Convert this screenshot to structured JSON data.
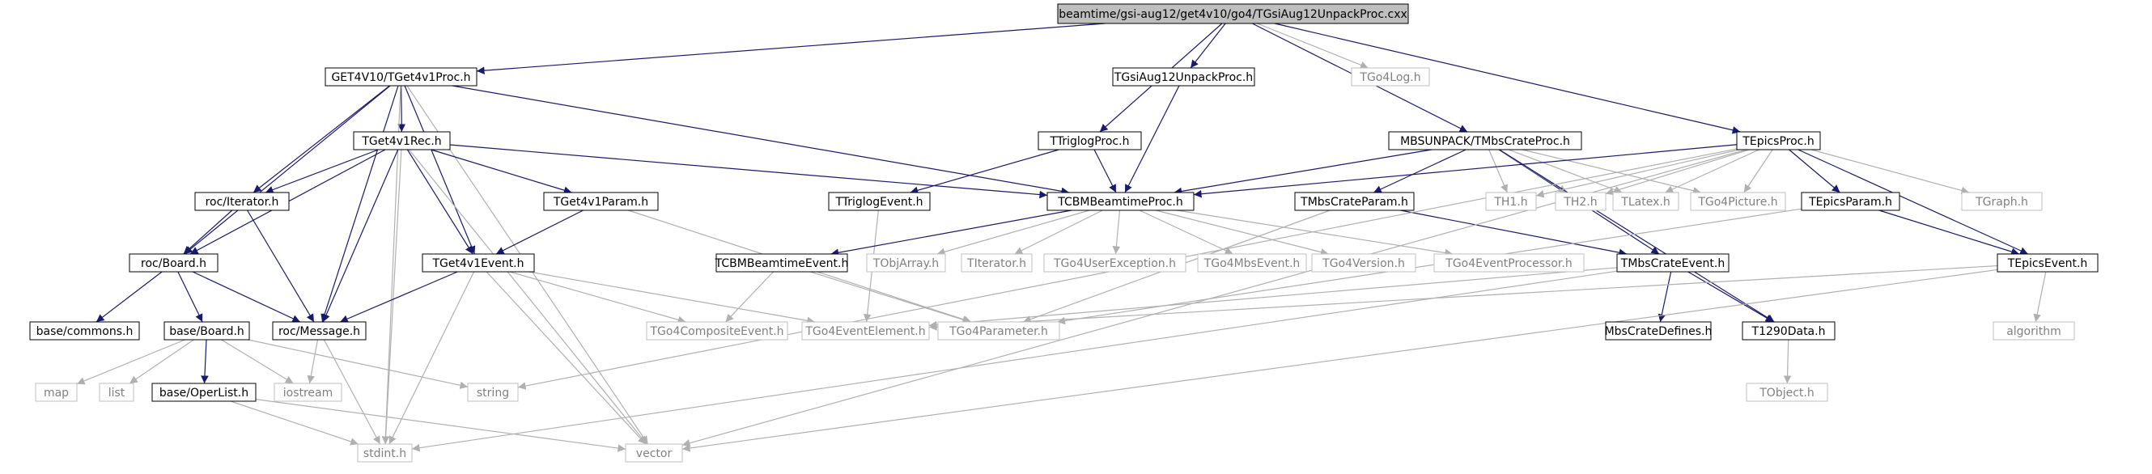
{
  "graph": {
    "colors": {
      "edge": "#191970",
      "edge_gray": "#b0b0b0",
      "root_fill": "#bfbfbf",
      "node_border": "#000000",
      "node_border_gray": "#bfbfbf",
      "node_text": "#000000",
      "node_text_gray": "#808080"
    },
    "nodes": [
      {
        "id": "root",
        "label": "beamtime/gsi-aug12/get4v10/go4/TGsiAug12UnpackProc.cxx",
        "style": "root"
      },
      {
        "id": "get4v1proc",
        "label": "GET4V10/TGet4v1Proc.h",
        "style": "normal"
      },
      {
        "id": "tgsiunpack",
        "label": "TGsiAug12UnpackProc.h",
        "style": "normal"
      },
      {
        "id": "tgo4log",
        "label": "TGo4Log.h",
        "style": "gray"
      },
      {
        "id": "ttriglogproc",
        "label": "TTriglogProc.h",
        "style": "normal"
      },
      {
        "id": "mbscrateproc",
        "label": "MBSUNPACK/TMbsCrateProc.h",
        "style": "normal"
      },
      {
        "id": "tepicsproc",
        "label": "TEpicsProc.h",
        "style": "normal"
      },
      {
        "id": "tget4v1rec",
        "label": "TGet4v1Rec.h",
        "style": "normal"
      },
      {
        "id": "rociterator",
        "label": "roc/Iterator.h",
        "style": "normal"
      },
      {
        "id": "tget4v1param",
        "label": "TGet4v1Param.h",
        "style": "normal"
      },
      {
        "id": "ttriglogevent",
        "label": "TTriglogEvent.h",
        "style": "normal"
      },
      {
        "id": "tcbmbeamproc",
        "label": "TCBMBeamtimeProc.h",
        "style": "normal"
      },
      {
        "id": "tmbscrateparam",
        "label": "TMbsCrateParam.h",
        "style": "normal"
      },
      {
        "id": "th1",
        "label": "TH1.h",
        "style": "gray"
      },
      {
        "id": "th2",
        "label": "TH2.h",
        "style": "gray"
      },
      {
        "id": "tlatex",
        "label": "TLatex.h",
        "style": "gray"
      },
      {
        "id": "tgo4picture",
        "label": "TGo4Picture.h",
        "style": "gray"
      },
      {
        "id": "tepicsparam",
        "label": "TEpicsParam.h",
        "style": "normal"
      },
      {
        "id": "tgraph",
        "label": "TGraph.h",
        "style": "gray"
      },
      {
        "id": "rocboard",
        "label": "roc/Board.h",
        "style": "normal"
      },
      {
        "id": "tget4v1event",
        "label": "TGet4v1Event.h",
        "style": "normal"
      },
      {
        "id": "tcbmbeamevent",
        "label": "TCBMBeamtimeEvent.h",
        "style": "normal"
      },
      {
        "id": "tobjarray",
        "label": "TObjArray.h",
        "style": "gray"
      },
      {
        "id": "titerator",
        "label": "TIterator.h",
        "style": "gray"
      },
      {
        "id": "tgo4userexc",
        "label": "TGo4UserException.h",
        "style": "gray"
      },
      {
        "id": "tgo4mbsevent",
        "label": "TGo4MbsEvent.h",
        "style": "gray"
      },
      {
        "id": "tgo4version",
        "label": "TGo4Version.h",
        "style": "gray"
      },
      {
        "id": "tgo4eventproc",
        "label": "TGo4EventProcessor.h",
        "style": "gray"
      },
      {
        "id": "tmbscrateevent",
        "label": "TMbsCrateEvent.h",
        "style": "normal"
      },
      {
        "id": "tepicsevent",
        "label": "TEpicsEvent.h",
        "style": "normal"
      },
      {
        "id": "basecommons",
        "label": "base/commons.h",
        "style": "normal"
      },
      {
        "id": "baseboard",
        "label": "base/Board.h",
        "style": "normal"
      },
      {
        "id": "rocmessage",
        "label": "roc/Message.h",
        "style": "normal"
      },
      {
        "id": "tgo4composite",
        "label": "TGo4CompositeEvent.h",
        "style": "gray"
      },
      {
        "id": "tgo4eventelem",
        "label": "TGo4EventElement.h",
        "style": "gray"
      },
      {
        "id": "tgo4parameter",
        "label": "TGo4Parameter.h",
        "style": "gray"
      },
      {
        "id": "mbscratedefines",
        "label": "MbsCrateDefines.h",
        "style": "normal"
      },
      {
        "id": "t1290data",
        "label": "T1290Data.h",
        "style": "normal"
      },
      {
        "id": "algorithm",
        "label": "algorithm",
        "style": "gray"
      },
      {
        "id": "map",
        "label": "map",
        "style": "gray"
      },
      {
        "id": "list",
        "label": "list",
        "style": "gray"
      },
      {
        "id": "baseoperlist",
        "label": "base/OperList.h",
        "style": "normal"
      },
      {
        "id": "iostream",
        "label": "iostream",
        "style": "gray"
      },
      {
        "id": "string",
        "label": "string",
        "style": "gray"
      },
      {
        "id": "tobject",
        "label": "TObject.h",
        "style": "gray"
      },
      {
        "id": "stdint",
        "label": "stdint.h",
        "style": "gray"
      },
      {
        "id": "vector",
        "label": "vector",
        "style": "gray"
      }
    ],
    "edges": [
      [
        "root",
        "get4v1proc"
      ],
      [
        "root",
        "tgsiunpack"
      ],
      [
        "root",
        "tgo4log"
      ],
      [
        "root",
        "ttriglogproc"
      ],
      [
        "root",
        "mbscrateproc"
      ],
      [
        "root",
        "tepicsproc"
      ],
      [
        "get4v1proc",
        "tget4v1rec"
      ],
      [
        "get4v1proc",
        "rociterator"
      ],
      [
        "get4v1proc",
        "rocboard"
      ],
      [
        "get4v1proc",
        "rocmessage"
      ],
      [
        "get4v1proc",
        "tget4v1event"
      ],
      [
        "get4v1proc",
        "tcbmbeamproc"
      ],
      [
        "get4v1proc",
        "stdint"
      ],
      [
        "get4v1proc",
        "vector"
      ],
      [
        "tget4v1rec",
        "rociterator"
      ],
      [
        "tget4v1rec",
        "rocboard"
      ],
      [
        "tget4v1rec",
        "tget4v1param"
      ],
      [
        "tget4v1rec",
        "tcbmbeamproc"
      ],
      [
        "tget4v1rec",
        "tget4v1event"
      ],
      [
        "tget4v1rec",
        "rocmessage"
      ],
      [
        "tget4v1rec",
        "stdint"
      ],
      [
        "tget4v1rec",
        "vector"
      ],
      [
        "rociterator",
        "rocboard"
      ],
      [
        "rociterator",
        "rocmessage"
      ],
      [
        "rocboard",
        "basecommons"
      ],
      [
        "rocboard",
        "baseboard"
      ],
      [
        "rocboard",
        "rocmessage"
      ],
      [
        "baseboard",
        "map"
      ],
      [
        "baseboard",
        "list"
      ],
      [
        "baseboard",
        "baseoperlist"
      ],
      [
        "baseboard",
        "iostream"
      ],
      [
        "baseboard",
        "string"
      ],
      [
        "baseoperlist",
        "stdint"
      ],
      [
        "baseoperlist",
        "vector"
      ],
      [
        "rocmessage",
        "iostream"
      ],
      [
        "rocmessage",
        "stdint"
      ],
      [
        "tget4v1param",
        "tget4v1event"
      ],
      [
        "tget4v1param",
        "tgo4parameter"
      ],
      [
        "tget4v1event",
        "rocmessage"
      ],
      [
        "tget4v1event",
        "tgo4composite"
      ],
      [
        "tget4v1event",
        "tgo4eventelem"
      ],
      [
        "tget4v1event",
        "stdint"
      ],
      [
        "tget4v1event",
        "vector"
      ],
      [
        "tgsiunpack",
        "tcbmbeamproc"
      ],
      [
        "ttriglogproc",
        "ttriglogevent"
      ],
      [
        "ttriglogproc",
        "tcbmbeamproc"
      ],
      [
        "ttriglogevent",
        "tgo4eventelem"
      ],
      [
        "tcbmbeamproc",
        "tcbmbeamevent"
      ],
      [
        "tcbmbeamproc",
        "tobjarray"
      ],
      [
        "tcbmbeamproc",
        "titerator"
      ],
      [
        "tcbmbeamproc",
        "tgo4userexc"
      ],
      [
        "tcbmbeamproc",
        "tgo4mbsevent"
      ],
      [
        "tcbmbeamproc",
        "tgo4version"
      ],
      [
        "tcbmbeamproc",
        "tgo4eventproc"
      ],
      [
        "tcbmbeamevent",
        "tgo4composite"
      ],
      [
        "tcbmbeamevent",
        "tgo4parameter"
      ],
      [
        "mbscrateproc",
        "tcbmbeamproc"
      ],
      [
        "mbscrateproc",
        "tmbscrateparam"
      ],
      [
        "mbscrateproc",
        "tmbscrateevent"
      ],
      [
        "mbscrateproc",
        "th1"
      ],
      [
        "mbscrateproc",
        "th2"
      ],
      [
        "mbscrateproc",
        "tlatex"
      ],
      [
        "mbscrateproc",
        "tgo4picture"
      ],
      [
        "mbscrateproc",
        "t1290data"
      ],
      [
        "tmbscrateparam",
        "tmbscrateevent"
      ],
      [
        "tmbscrateparam",
        "tgo4parameter"
      ],
      [
        "tmbscrateevent",
        "tgo4eventelem"
      ],
      [
        "tmbscrateevent",
        "mbscratedefines"
      ],
      [
        "tmbscrateevent",
        "t1290data"
      ],
      [
        "tmbscrateevent",
        "stdint"
      ],
      [
        "t1290data",
        "tobject"
      ],
      [
        "tepicsproc",
        "tcbmbeamproc"
      ],
      [
        "tepicsproc",
        "th1"
      ],
      [
        "tepicsproc",
        "th2"
      ],
      [
        "tepicsproc",
        "tlatex"
      ],
      [
        "tepicsproc",
        "tgo4picture"
      ],
      [
        "tepicsproc",
        "tepicsparam"
      ],
      [
        "tepicsproc",
        "tgraph"
      ],
      [
        "tepicsproc",
        "tepicsevent"
      ],
      [
        "tepicsproc",
        "string"
      ],
      [
        "tepicsproc",
        "vector"
      ],
      [
        "tepicsparam",
        "tepicsevent"
      ],
      [
        "tepicsparam",
        "tgo4parameter"
      ],
      [
        "tepicsevent",
        "tgo4eventelem"
      ],
      [
        "tepicsevent",
        "algorithm"
      ],
      [
        "tepicsevent",
        "vector"
      ]
    ]
  }
}
